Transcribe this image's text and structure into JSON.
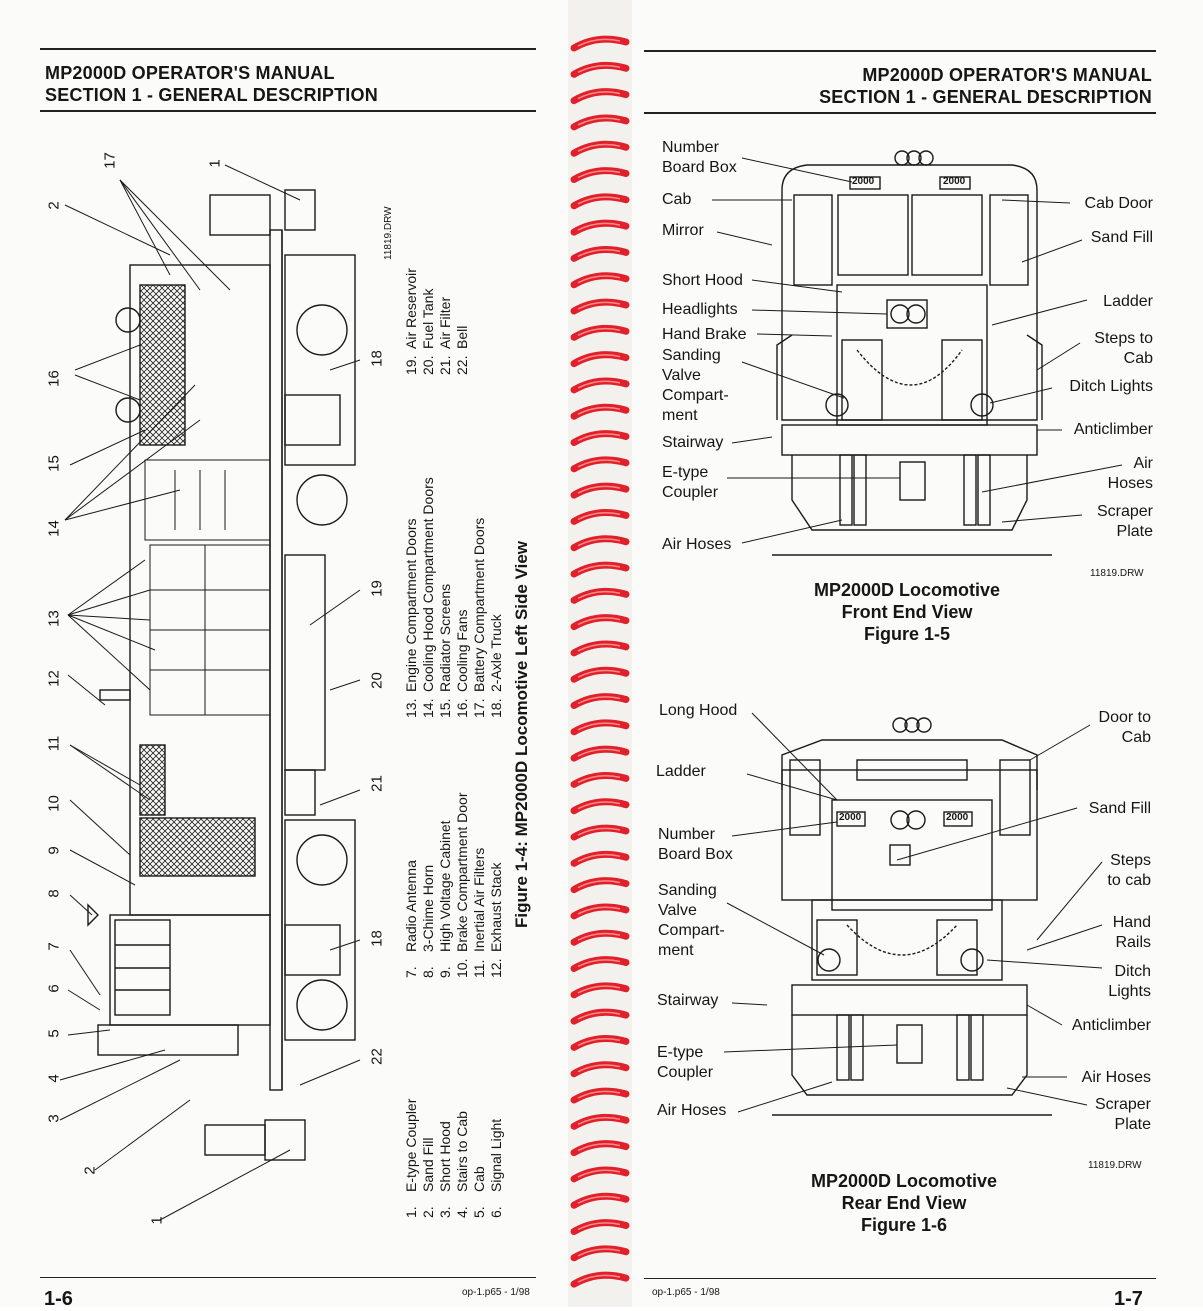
{
  "left_page": {
    "header": {
      "line1": "MP2000D OPERATOR'S MANUAL",
      "line2": "SECTION 1 - GENERAL DESCRIPTION"
    },
    "page_number": "1-6",
    "footer": "op-1.p65 - 1/98",
    "drawing_id": "11819.DRW",
    "figure_title": "Figure 1-4:  MP2000D Locomotive Left Side View",
    "callout_numbers": [
      "17",
      "1",
      "2",
      "16",
      "15",
      "14",
      "13",
      "12",
      "11",
      "10",
      "9",
      "8",
      "7",
      "6",
      "5",
      "4",
      "3",
      "2",
      "1",
      "18",
      "19",
      "20",
      "21",
      "18",
      "22"
    ],
    "legend": [
      [
        {
          "num": "1.",
          "text": "E-type Coupler"
        },
        {
          "num": "2.",
          "text": "Sand Fill"
        },
        {
          "num": "3.",
          "text": "Short Hood"
        },
        {
          "num": "4.",
          "text": "Stairs to Cab"
        },
        {
          "num": "5.",
          "text": "Cab"
        },
        {
          "num": "6.",
          "text": "Signal Light"
        }
      ],
      [
        {
          "num": "7.",
          "text": "Radio Antenna"
        },
        {
          "num": "8.",
          "text": "3-Chime Horn"
        },
        {
          "num": "9.",
          "text": "High Voltage Cabinet"
        },
        {
          "num": "10.",
          "text": "Brake Compartment Door"
        },
        {
          "num": "11.",
          "text": "Inertial Air Filters"
        },
        {
          "num": "12.",
          "text": "Exhaust Stack"
        }
      ],
      [
        {
          "num": "13.",
          "text": "Engine Compartment Doors"
        },
        {
          "num": "14.",
          "text": "Cooling Hood Compartment Doors"
        },
        {
          "num": "15.",
          "text": "Radiator Screens"
        },
        {
          "num": "16.",
          "text": "Cooling Fans"
        },
        {
          "num": "17.",
          "text": "Battery Compartment Doors"
        },
        {
          "num": "18.",
          "text": "2-Axle Truck"
        }
      ],
      [
        {
          "num": "19.",
          "text": "Air Reservoir"
        },
        {
          "num": "20.",
          "text": "Fuel Tank"
        },
        {
          "num": "21.",
          "text": "Air Filter"
        },
        {
          "num": "22.",
          "text": "Bell"
        }
      ]
    ]
  },
  "right_page": {
    "header": {
      "line1": "MP2000D OPERATOR'S MANUAL",
      "line2": "SECTION 1 - GENERAL DESCRIPTION"
    },
    "page_number": "1-7",
    "footer": "op-1.p65 - 1/98",
    "number_board": "2000",
    "front": {
      "drawing_id": "11819.DRW",
      "caption": [
        "MP2000D Locomotive",
        "Front End View",
        "Figure 1-5"
      ],
      "labels": {
        "number_board_box": "Number\nBoard Box",
        "cab": "Cab",
        "mirror": "Mirror",
        "short_hood": "Short Hood",
        "headlights": "Headlights",
        "hand_brake": "Hand Brake",
        "sanding_valve": "Sanding\nValve\nCompart-\nment",
        "stairway": "Stairway",
        "e_type_coupler": "E-type\nCoupler",
        "air_hoses_left": "Air Hoses",
        "cab_door": "Cab Door",
        "sand_fill": "Sand Fill",
        "ladder": "Ladder",
        "steps_to_cab": "Steps to\nCab",
        "ditch_lights": "Ditch Lights",
        "anticlimber": "Anticlimber",
        "air_hoses_right": "Air\nHoses",
        "scraper_plate": "Scraper\nPlate"
      }
    },
    "rear": {
      "drawing_id": "11819.DRW",
      "caption": [
        "MP2000D Locomotive",
        "Rear End View",
        "Figure 1-6"
      ],
      "labels": {
        "long_hood": "Long Hood",
        "ladder": "Ladder",
        "number_board_box": "Number\nBoard Box",
        "sanding_valve": "Sanding\nValve\nCompart-\nment",
        "stairway": "Stairway",
        "e_type_coupler": "E-type\nCoupler",
        "air_hoses_left": "Air Hoses",
        "door_to_cab": "Door to\nCab",
        "sand_fill": "Sand Fill",
        "steps_to_cab": "Steps\nto cab",
        "hand_rails": "Hand\nRails",
        "ditch_lights": "Ditch\nLights",
        "anticlimber": "Anticlimber",
        "air_hoses_right": "Air Hoses",
        "scraper_plate": "Scraper\nPlate"
      }
    }
  },
  "colors": {
    "binding_coil": "#e0202a",
    "ink": "#161616",
    "paper": "#fbfbf9"
  }
}
